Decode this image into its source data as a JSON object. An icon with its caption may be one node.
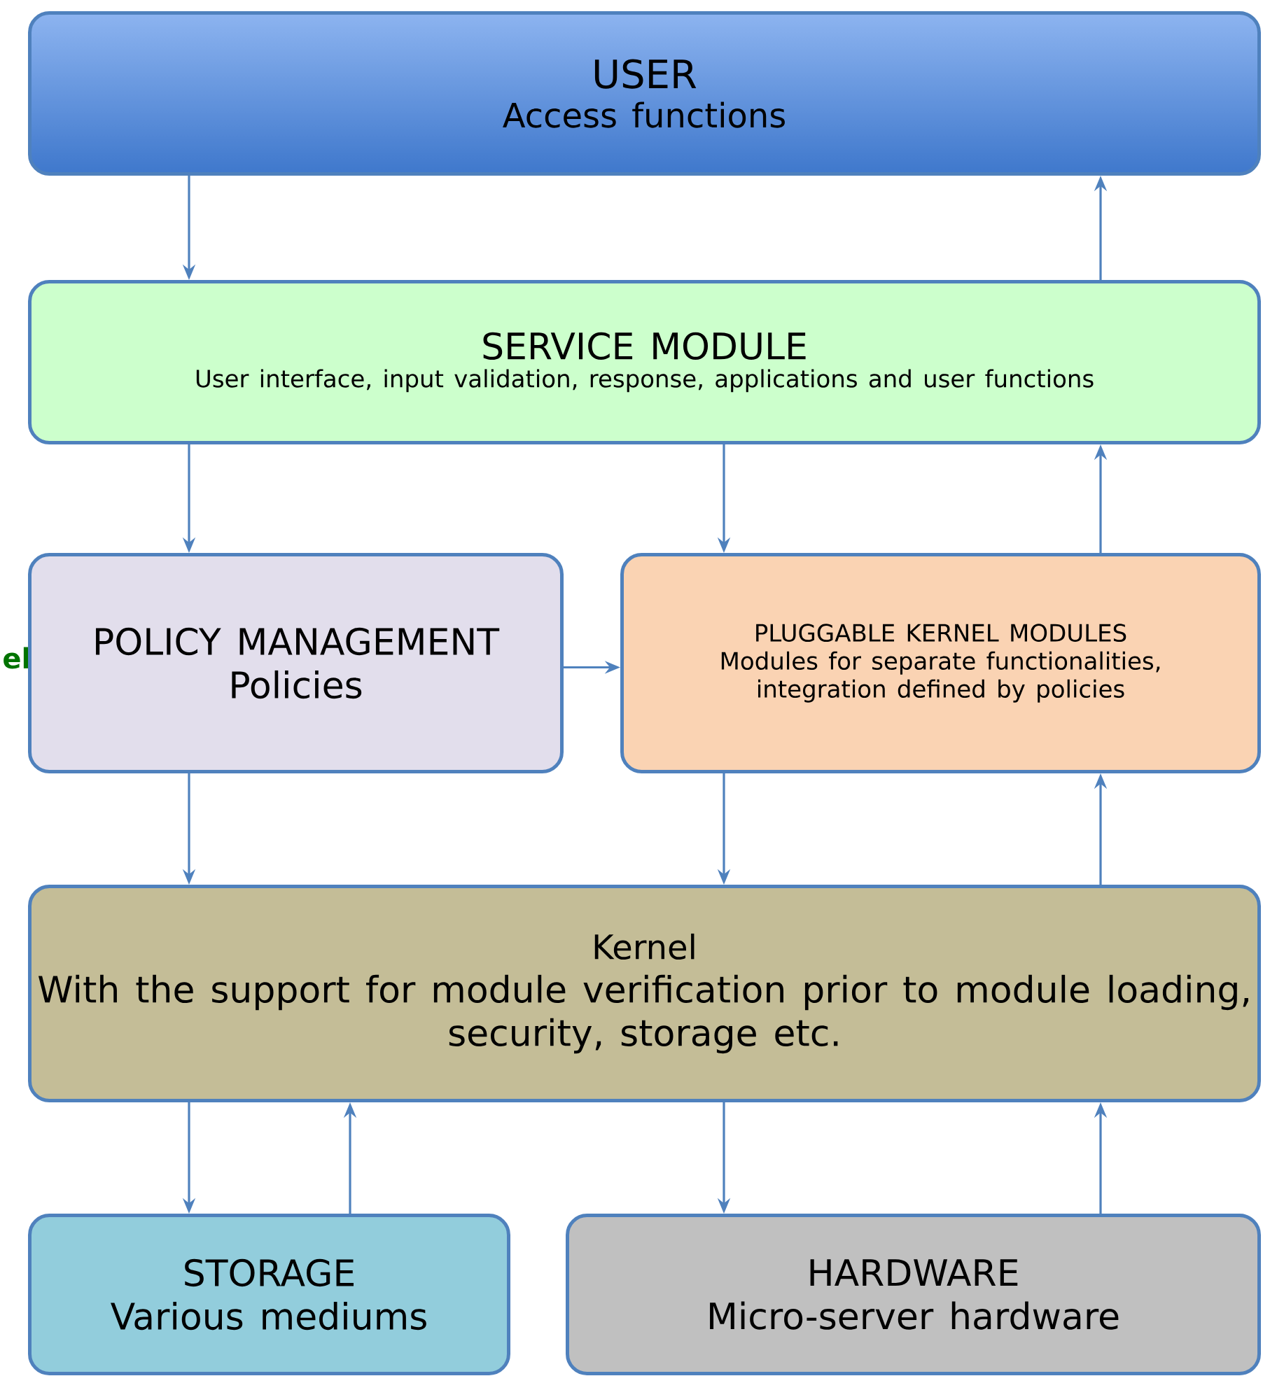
{
  "diagram": {
    "nodes": [
      {
        "text": [
          "USER",
          "Access functions"
        ]
      },
      {
        "text": [
          "SERVICE MODULE",
          "User interface, input validation, response, applications and user functions"
        ]
      },
      {
        "text": [
          "POLICY MANAGEMENT",
          "Policies"
        ]
      },
      {
        "text": [
          "PLUGGABLE KERNEL MODULES",
          "Modules for separate functionalities, integration defined by policies"
        ]
      },
      {
        "text": [
          "Kernel",
          "With the support for module verification prior to module loading, security, storage etc."
        ]
      },
      {
        "text": [
          "STORAGE",
          "Various mediums"
        ]
      },
      {
        "text": [
          "HARDWARE",
          "Micro-server hardware"
        ]
      }
    ],
    "edges": [
      {
        "from": 0,
        "to": 1,
        "arrow": "to"
      },
      {
        "from": 1,
        "to": 0,
        "arrow": "to"
      },
      {
        "from": 1,
        "to": 2,
        "arrow": "to"
      },
      {
        "from": 1,
        "to": 3,
        "arrow": "to"
      },
      {
        "from": 3,
        "to": 1,
        "arrow": "to"
      },
      {
        "from": 2,
        "to": 3,
        "arrow": "to"
      },
      {
        "from": 2,
        "to": 4,
        "arrow": "to"
      },
      {
        "from": 3,
        "to": 4,
        "arrow": "to"
      },
      {
        "from": 4,
        "to": 3,
        "arrow": "to"
      },
      {
        "from": 4,
        "to": 5,
        "arrow": "to"
      },
      {
        "from": 5,
        "to": 4,
        "arrow": "to"
      },
      {
        "from": 4,
        "to": 6,
        "arrow": "to"
      },
      {
        "from": 6,
        "to": 4,
        "arrow": "to"
      }
    ],
    "labels": [
      "el"
    ]
  }
}
